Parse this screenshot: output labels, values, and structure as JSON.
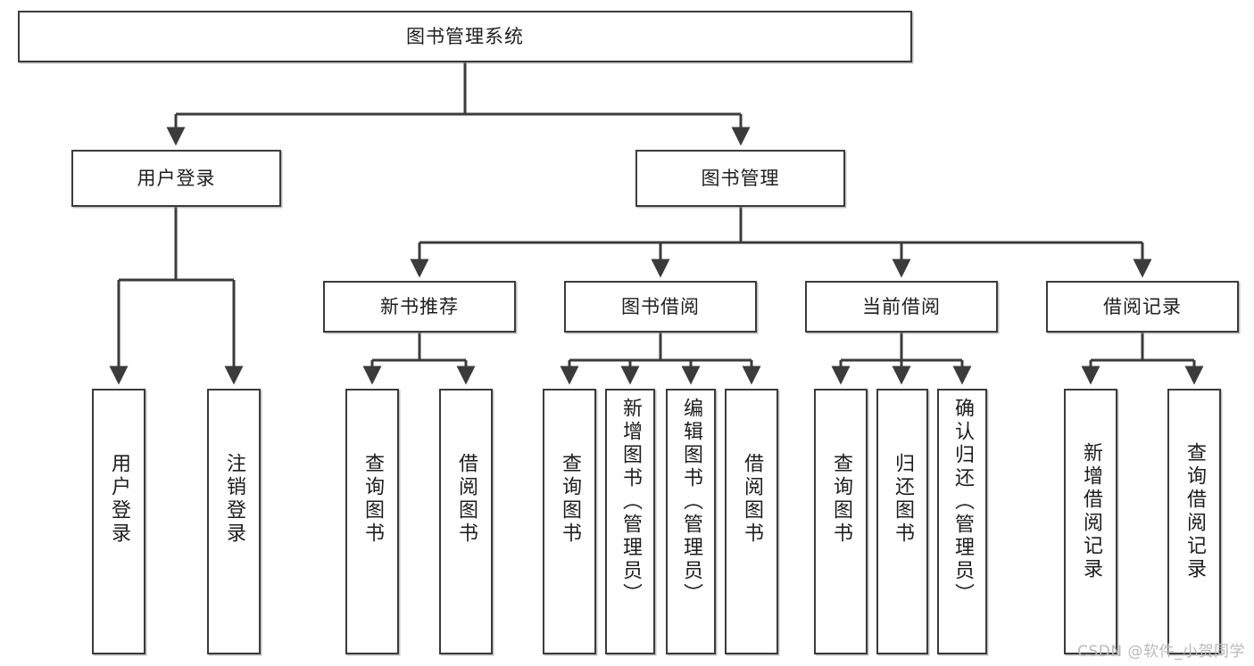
{
  "diagram": {
    "title_node": {
      "label": "图书管理系统"
    },
    "level1": [
      {
        "id": "user-login",
        "label": "用户登录"
      },
      {
        "id": "book-manage",
        "label": "图书管理"
      }
    ],
    "level2": [
      {
        "id": "new-book-recommend",
        "label": "新书推荐"
      },
      {
        "id": "book-borrow",
        "label": "图书借阅"
      },
      {
        "id": "current-borrow",
        "label": "当前借阅"
      },
      {
        "id": "borrow-record",
        "label": "借阅记录"
      }
    ],
    "leaves": {
      "user-login": [
        {
          "id": "leaf-user-login",
          "label": "用户登录"
        },
        {
          "id": "leaf-user-logout",
          "label": "注销登录"
        }
      ],
      "new-book-recommend": [
        {
          "id": "leaf-query-book-1",
          "label": "查询图书"
        },
        {
          "id": "leaf-borrow-book-1",
          "label": "借阅图书"
        }
      ],
      "book-borrow": [
        {
          "id": "leaf-query-book-2",
          "label": "查询图书"
        },
        {
          "id": "leaf-add-book",
          "label": "新增图书（管理员）"
        },
        {
          "id": "leaf-edit-book",
          "label": "编辑图书（管理员）"
        },
        {
          "id": "leaf-borrow-book-2",
          "label": "借阅图书"
        }
      ],
      "current-borrow": [
        {
          "id": "leaf-query-book-3",
          "label": "查询图书"
        },
        {
          "id": "leaf-return-book",
          "label": "归还图书"
        },
        {
          "id": "leaf-confirm-return",
          "label": "确认归还（管理员）"
        }
      ],
      "borrow-record": [
        {
          "id": "leaf-add-record",
          "label": "新增借阅记录"
        },
        {
          "id": "leaf-query-record",
          "label": "查询借阅记录"
        }
      ]
    },
    "colors": {
      "box_border": "#3b3b3b",
      "connector": "#3b3b3b",
      "background": "#ffffff",
      "text": "#1d1d1d",
      "watermark": "#b9b9b9"
    }
  },
  "watermark": {
    "text": "CSDN @软件_小贺同学"
  }
}
